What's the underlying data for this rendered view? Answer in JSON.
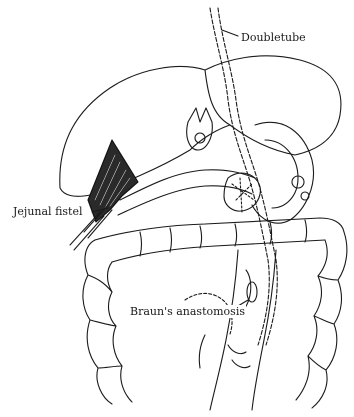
{
  "labels": {
    "doubletube": "Doubletube",
    "jejunal_fistel": "Jejunal fistel",
    "braun_anastomosis": "Braun's anastomosis"
  },
  "colors": {
    "ink": "#1a1a1a",
    "paper": "#ffffff"
  }
}
